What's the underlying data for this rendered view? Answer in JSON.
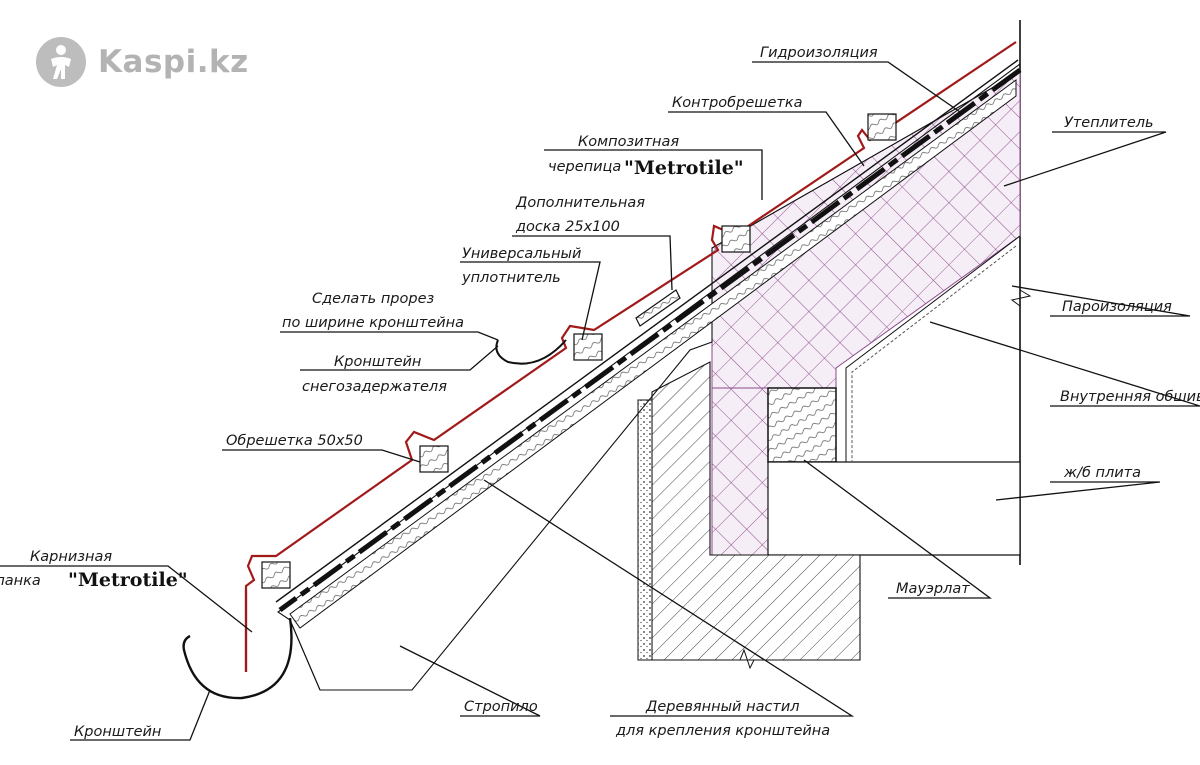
{
  "logo": {
    "text": "Kaspi.kz",
    "icon": "kaspi-logo-icon"
  },
  "colors": {
    "roof_tile": "#a11a1a",
    "insulation": "#8c4a8c",
    "insulation_fill": "#f4eaf4",
    "line": "#111111",
    "logo": "#b3b3b3"
  },
  "labels": {
    "waterproofing": "Гидроизоляция",
    "counter_batten": "Контробрешетка",
    "composite_tile_1": "Композитная",
    "composite_tile_2": "черепица",
    "brand_tile": "\"Metrotile\"",
    "extra_board_1": "Дополнительная",
    "extra_board_2": "доска 25х100",
    "universal_seal_1": "Универсальный",
    "universal_seal_2": "уплотнитель",
    "make_cut_1": "Сделать прорез",
    "make_cut_2": "по ширине кронштейна",
    "snow_bracket_1": "Кронштейн",
    "snow_bracket_2": "снегозадержателя",
    "batten": "Обрешетка 50х50",
    "eaves_strip_1": "Карнизная",
    "eaves_strip_2": "планка",
    "brand_eaves": "\"Metrotile\"",
    "bracket": "Кронштейн",
    "rafter": "Стропило",
    "wood_deck_1": "Деревянный настил",
    "wood_deck_2": "для крепления кронштейна",
    "mauerlat": "Мауэрлат",
    "insulation": "Утеплитель",
    "vapor_barrier": "Пароизоляция",
    "inner_lining": "Внутренняя обшивка",
    "concrete_slab": "ж/б плита"
  }
}
